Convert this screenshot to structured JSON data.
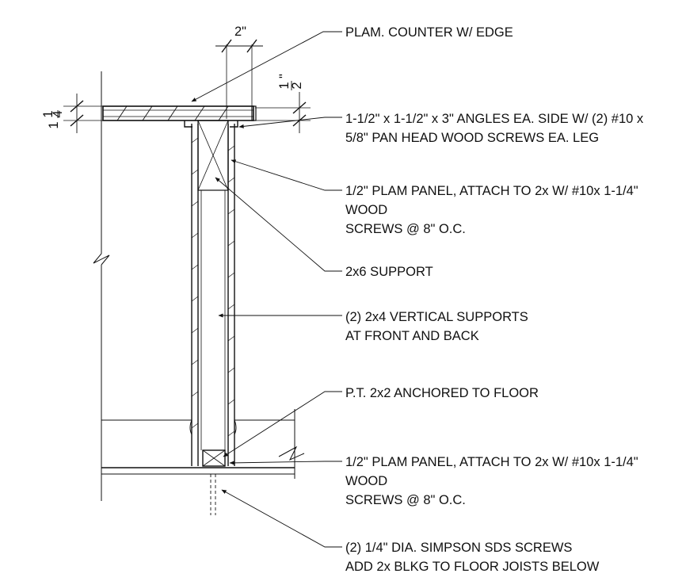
{
  "dimensions": {
    "counter_width": "2\"",
    "counter_thickness_num": "1",
    "counter_thickness_den": "4",
    "counter_thickness_whole": "1",
    "edge_num": "1",
    "edge_den": "2",
    "edge_inch": "\""
  },
  "callouts": [
    {
      "lines": [
        "PLAM. COUNTER W/ EDGE"
      ]
    },
    {
      "lines": [
        "1-1/2\" x 1-1/2\" x 3\" ANGLES EA. SIDE W/ (2) #10 x",
        "5/8\" PAN HEAD WOOD SCREWS EA. LEG"
      ]
    },
    {
      "lines": [
        "1/2\" PLAM PANEL, ATTACH TO 2x W/ #10x 1-1/4\"",
        "WOOD",
        "SCREWS @ 8\" O.C."
      ]
    },
    {
      "lines": [
        "2x6 SUPPORT"
      ]
    },
    {
      "lines": [
        "(2) 2x4 VERTICAL SUPPORTS",
        "AT FRONT AND BACK"
      ]
    },
    {
      "lines": [
        "P.T. 2x2 ANCHORED TO FLOOR"
      ]
    },
    {
      "lines": [
        "1/2\" PLAM PANEL, ATTACH TO 2x W/ #10x 1-1/4\"",
        "WOOD",
        "SCREWS @ 8\" O.C."
      ]
    },
    {
      "lines": [
        "(2) 1/4\" DIA. SIMPSON SDS SCREWS",
        "ADD 2x BLKG TO FLOOR JOISTS BELOW"
      ]
    }
  ]
}
